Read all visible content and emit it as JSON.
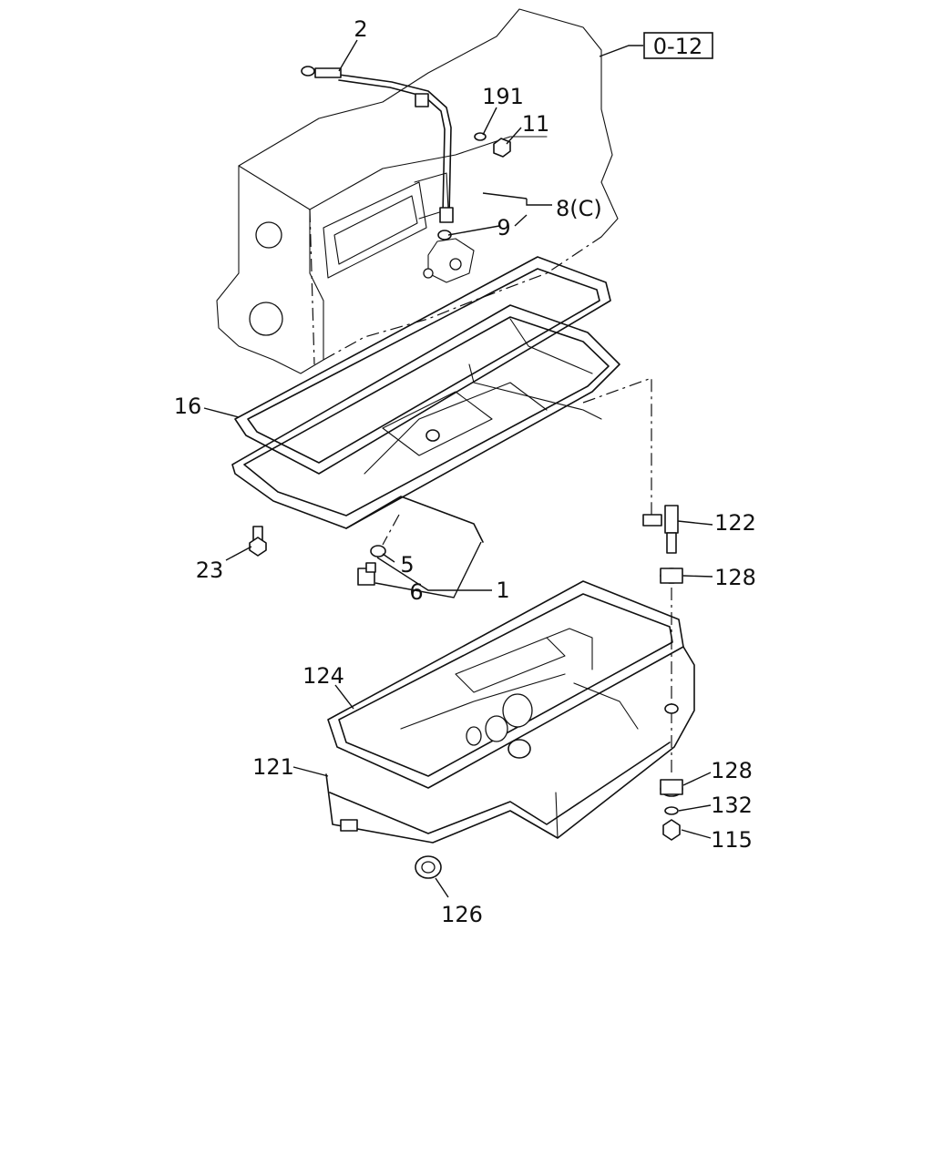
{
  "diagram": {
    "reference_box": "0-12",
    "callouts": {
      "c2": "2",
      "c191": "191",
      "c11": "11",
      "c8": "8(C)",
      "c9": "9",
      "c16": "16",
      "c23": "23",
      "c5": "5",
      "c6": "6",
      "c1": "1",
      "c122": "122",
      "c128a": "128",
      "c124": "124",
      "c121": "121",
      "c128b": "128",
      "c132": "132",
      "c115": "115",
      "c126": "126"
    }
  }
}
